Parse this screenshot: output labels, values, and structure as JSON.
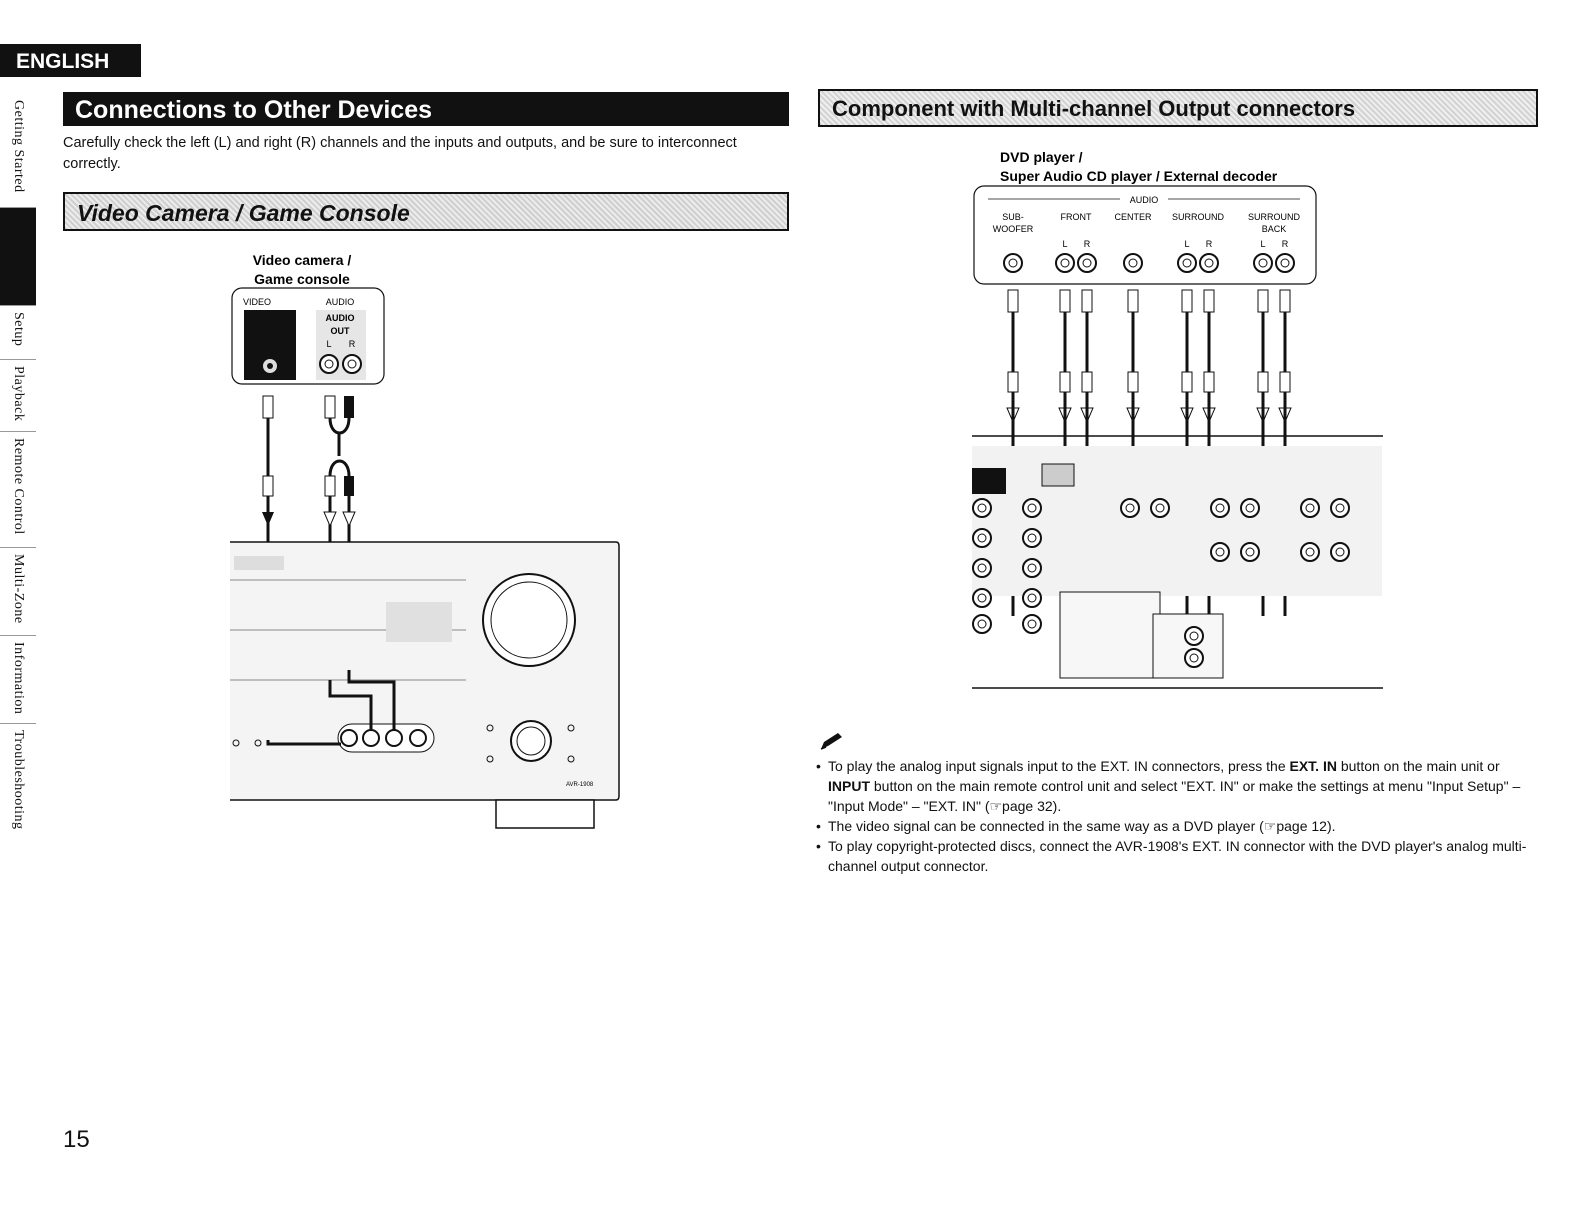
{
  "language_tab": "ENGLISH",
  "side_nav": [
    {
      "label": "Getting Started",
      "active": false
    },
    {
      "label": "",
      "active": true
    },
    {
      "label": "Setup",
      "active": false
    },
    {
      "label": "Playback",
      "active": false
    },
    {
      "label": "Remote Control",
      "active": false
    },
    {
      "label": "Multi-Zone",
      "active": false
    },
    {
      "label": "Information",
      "active": false
    },
    {
      "label": "Troubleshooting",
      "active": false
    }
  ],
  "main_title": "Connections to Other Devices",
  "intro": "Carefully check the left (L) and right (R) channels and the inputs and outputs, and be sure to interconnect correctly.",
  "section_video": {
    "title": "Video Camera / Game Console",
    "device_name": "Video camera /",
    "device_name2": "Game console",
    "video_label": "VIDEO",
    "audio_label": "AUDIO",
    "audio_out": "AUDIO",
    "audio_out2": "OUT",
    "left": "L",
    "right": "R",
    "receiver_model": "AVR-1908"
  },
  "section_multich": {
    "title": "Component with Multi-channel Output connectors",
    "device_line1": "DVD player /",
    "device_line2": "Super Audio CD player / External decoder",
    "audio_label": "AUDIO",
    "channels": [
      {
        "name": "SUB-",
        "name2": "WOOFER",
        "lr": false
      },
      {
        "name": "FRONT",
        "name2": "",
        "lr": true
      },
      {
        "name": "CENTER",
        "name2": "",
        "lr": false
      },
      {
        "name": "SURROUND",
        "name2": "",
        "lr": true
      },
      {
        "name": "SURROUND",
        "name2": "BACK",
        "lr": true
      }
    ],
    "left": "L",
    "right": "R"
  },
  "notes": [
    {
      "pre": "To play the analog input signals input to the EXT. IN connectors, press the ",
      "b1": "EXT. IN",
      "mid": " button on the main unit or ",
      "b2": "INPUT",
      "post": " button on the main remote control unit and select \"EXT. IN\" or make the settings at menu \"Input Setup\" – \"Input Mode\" – \"EXT. IN\" (☞page 32)."
    },
    {
      "pre": "The video signal can be connected in the same way as a DVD player (☞page 12).",
      "b1": "",
      "mid": "",
      "b2": "",
      "post": ""
    },
    {
      "pre": "To play copyright-protected discs, connect the AVR-1908's EXT. IN connector with the DVD player's analog multi-channel output connector.",
      "b1": "",
      "mid": "",
      "b2": "",
      "post": ""
    }
  ],
  "page_number": "15"
}
